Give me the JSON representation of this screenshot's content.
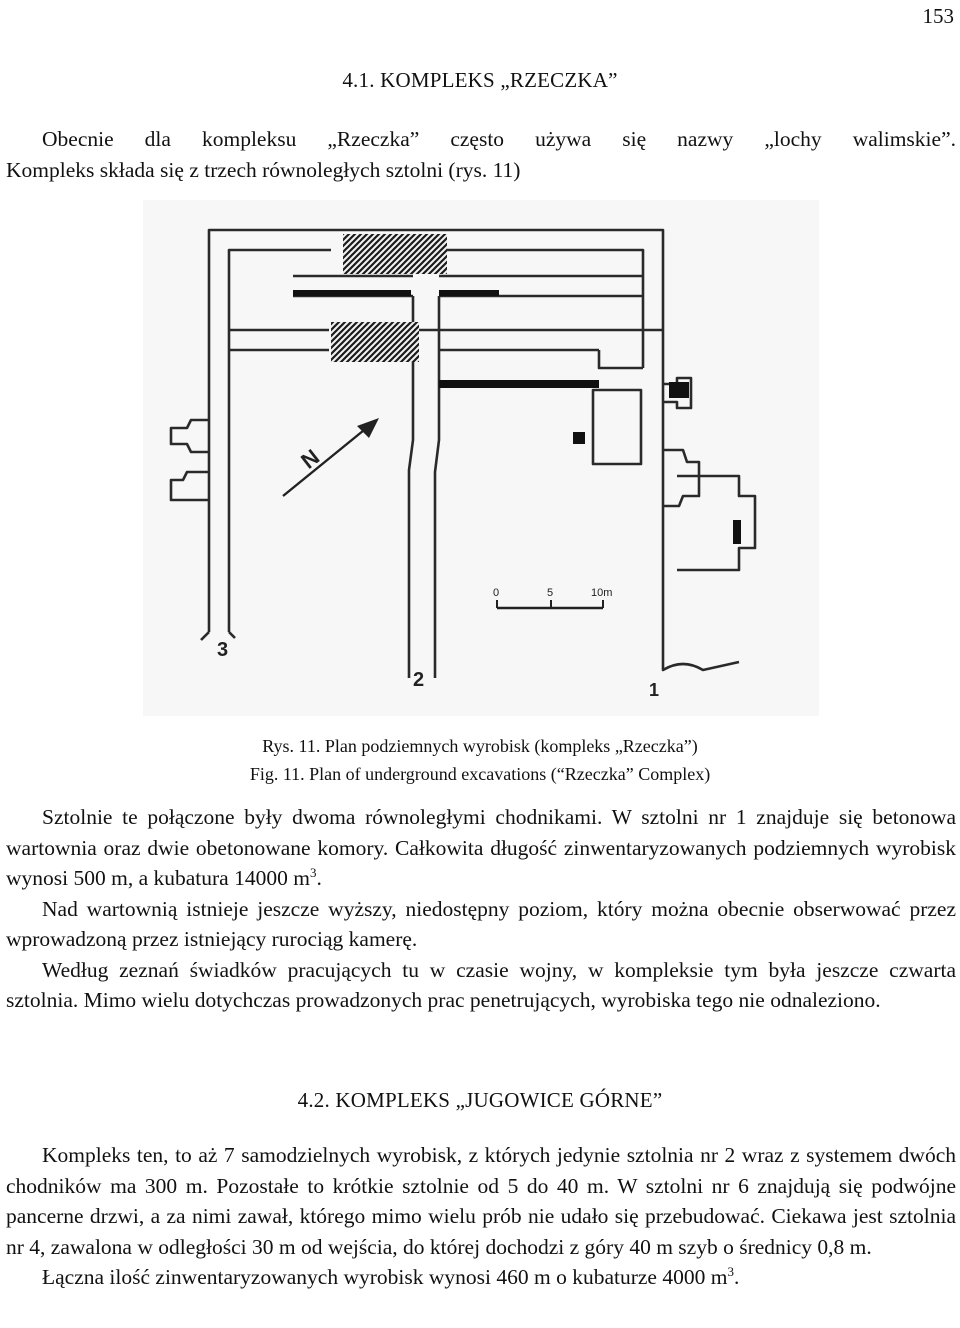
{
  "page_number": "153",
  "section1": {
    "heading": "4.1. KOMPLEKS „RZECZKA”",
    "intro_line1": "Obecnie dla kompleksu „Rzeczka” często używa się nazwy „lochy walimskie”.",
    "intro_line2": "Kompleks składa się z trzech równoległych sztolni (rys. 11)"
  },
  "figure": {
    "north_label": "N",
    "scale_labels": [
      "0",
      "5",
      "10m"
    ],
    "adit_labels": [
      "3",
      "2",
      "1"
    ],
    "caption_pl": "Rys. 11. Plan podziemnych wyrobisk (kompleks „Rzeczka”)",
    "caption_en": "Fig. 11. Plan of underground excavations (“Rzeczka” Complex)"
  },
  "body1": {
    "p1_a": "Sztolnie te połączone były dwoma równoległymi chodnikami. W sztolni nr 1 znajduje się betonowa wartownia oraz dwie obetonowane komory. Całkowita długość zinwentaryzowanych podziemnych wyrobisk wynosi 500 m, a kubatura 14000 m",
    "p1_sup": "3",
    "p1_end": ".",
    "p2": "Nad wartownią istnieje jeszcze wyższy, niedostępny poziom, który można obecnie obserwować przez wprowadzoną przez istniejący rurociąg kamerę.",
    "p3": "Według zeznań świadków pracujących tu w czasie wojny, w kompleksie tym była jeszcze czwarta sztolnia. Mimo wielu dotychczas prowadzonych prac penetrujących, wyrobiska tego nie odnaleziono."
  },
  "section2": {
    "heading": "4.2. KOMPLEKS „JUGOWICE GÓRNE”",
    "p1": "Kompleks ten, to aż 7 samodzielnych wyrobisk, z których jedynie sztolnia nr 2 wraz z systemem dwóch chodników ma 300 m. Pozostałe to krótkie sztolnie od 5 do 40 m. W sztolni nr 6 znajdują się podwójne pancerne drzwi, a za nimi zawał, którego mimo wielu prób nie udało się przebudować. Ciekawa jest sztolnia nr 4, zawalona w odległości 30 m od wejścia, do której dochodzi z góry 40 m szyb o średnicy 0,8 m.",
    "p2_a": "Łączna ilość zinwentaryzowanych wyrobisk wynosi 460 m o kubaturze 4000 m",
    "p2_sup": "3",
    "p2_end": "."
  }
}
